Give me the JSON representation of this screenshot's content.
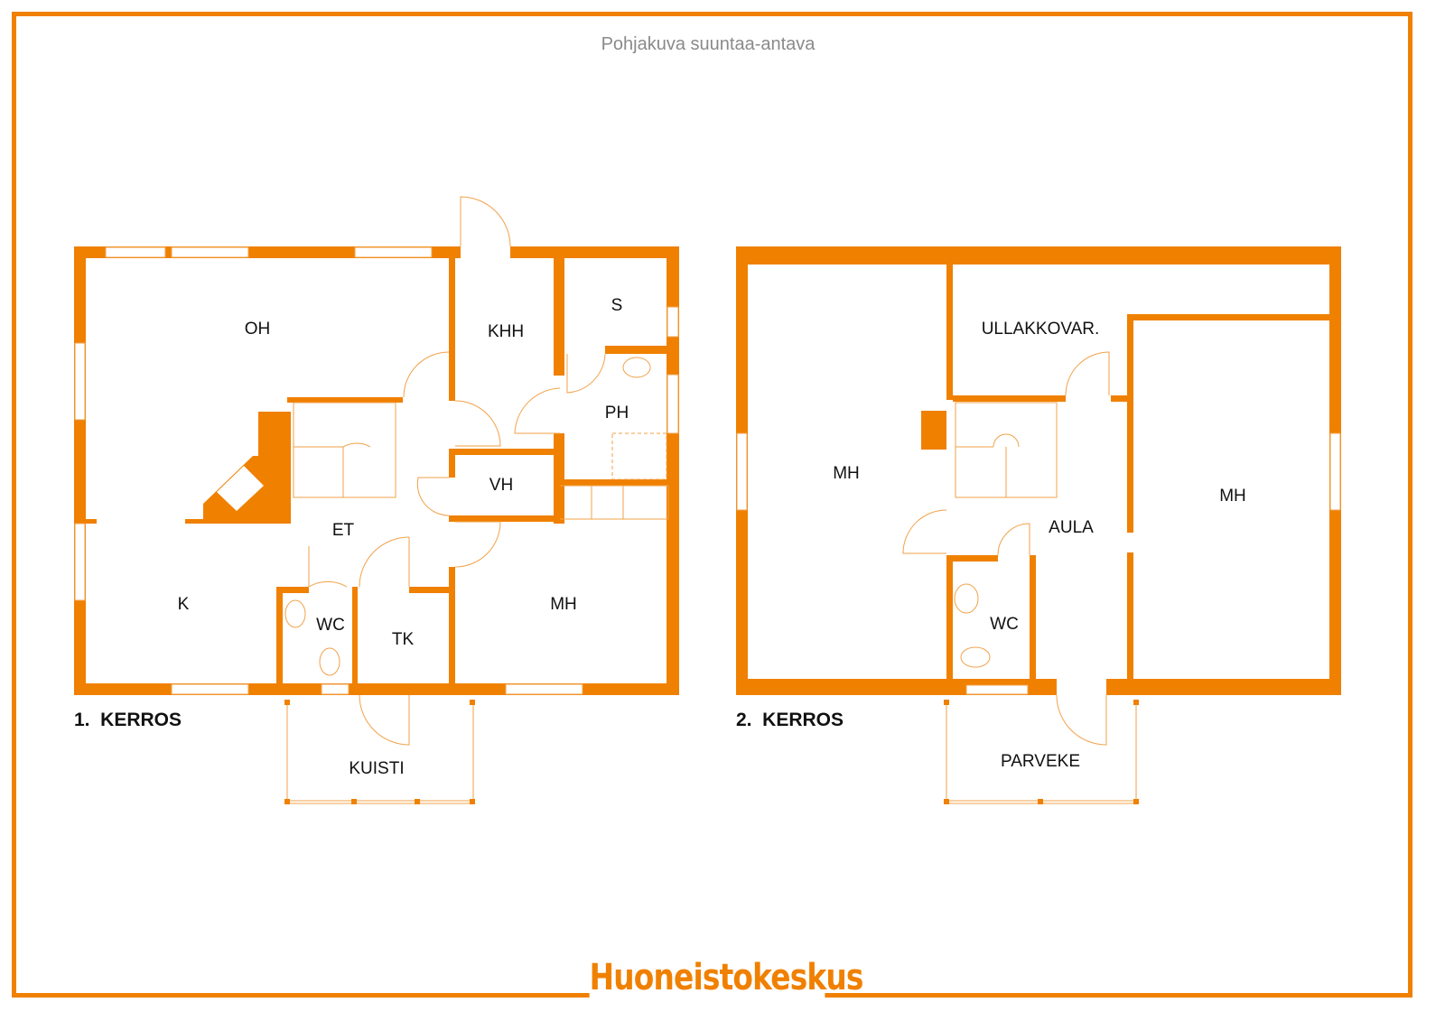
{
  "header": {
    "subtitle": "Pohjakuva suuntaa-antava"
  },
  "brand": {
    "logo": "Huoneistokeskus",
    "accent_color": "#f08000"
  },
  "floor1": {
    "label": "1.  KERROS",
    "rooms": {
      "oh": "OH",
      "khh": "KHH",
      "s": "S",
      "ph": "PH",
      "vh": "VH",
      "et": "ET",
      "k": "K",
      "wc": "WC",
      "tk": "TK",
      "mh": "MH",
      "kuisti": "KUISTI"
    }
  },
  "floor2": {
    "label": "2.  KERROS",
    "rooms": {
      "mh_left": "MH",
      "ullakkovar": "ULLAKKOVAR.",
      "aula": "AULA",
      "mh_right": "MH",
      "wc": "WC",
      "parveke": "PARVEKE"
    }
  }
}
